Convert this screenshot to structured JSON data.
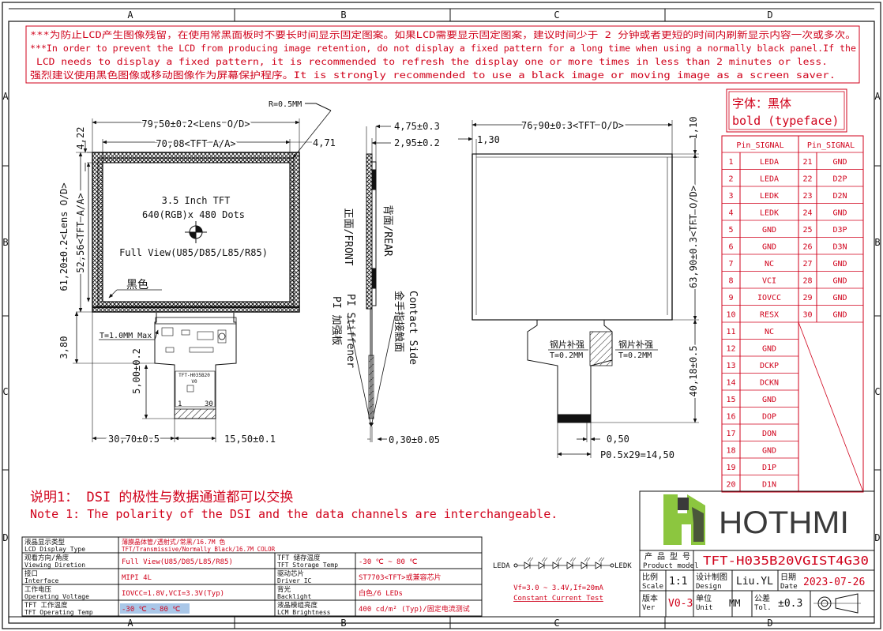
{
  "frame": {
    "cols": [
      "A",
      "B",
      "C",
      "D"
    ],
    "rows": [
      "A",
      "B",
      "C",
      "D"
    ]
  },
  "notice": [
    "***为防止LCD产生图像残留，在使用常黑面板时不要长时间显示固定图案。如果LCD需要显示固定图案，建议时间少于 2 分钟或者更短的时间内刷新显示内容一次或多次。",
    "***In order to prevent the LCD from producing image retention, do not display a fixed pattern for a long time when using a normally black panel.If the",
    "LCD needs to display a fixed pattern,  it is recommended to refresh the display one or more times in less than 2 minutes or less.",
    "强烈建议使用黑色图像或移动图像作为屏幕保护程序。It is strongly recommended to use a black image or moving image as a screen saver."
  ],
  "font_note": {
    "line1": "字体：黑体",
    "line2": "bold (typeface)"
  },
  "front_view": {
    "dim_lens_w": "79,50±0.2<Lens O/D>",
    "dim_aa_w": "70,08<TFT A/A>",
    "dim_top_offset": "4,22",
    "dim_side_offset": "4,71",
    "dim_lens_h": "61,20±0.2<Lens O/D>",
    "dim_aa_h": "52,56<TFT A/A>",
    "dim_fpc_len": "3,80",
    "radius": "R=0.5MM",
    "product_line1": "3.5 Inch TFT",
    "product_line2": "640(RGB)x 480 Dots",
    "view": "Full View(U85/D85/L85/R85)",
    "black_label": "黑色",
    "t_label": "T=1.0MM Max",
    "dim_fpc_h": "5,00±0.2",
    "dim_left": "30,70±0.5",
    "dim_fpc_w": "15,50±0.1",
    "fpc_code": "TFT-H035B20",
    "fpc_ver": "V0",
    "pin_1": "1",
    "pin_30": "30"
  },
  "side_view": {
    "dim_thick1": "4,75±0.3",
    "dim_thick2": "2,95±0.2",
    "front": "正面/FRONT",
    "rear": "背面/REAR",
    "pi_stiffener": "PI Stiffener",
    "pi_cn": "PI 加强板",
    "contact_side": "Contact Side",
    "contact_cn": "金手指接触面",
    "dim_fpc_t": "0,30±0.05"
  },
  "rear_view": {
    "dim_tft_w": "76,90±0.3<TFT O/D>",
    "dim_top": "1,10",
    "dim_left": "1,30",
    "dim_tft_h": "63,90±0.3<TFT O/D>",
    "dim_fpc_len": "40,18±0.5",
    "steel_left": "钢片补强",
    "steel_left_t": "T=0.2MM",
    "steel_right": "钢片补强",
    "steel_right_t": "T=0.2MM",
    "dim_pitch": "0,50",
    "dim_pitch_total": "P0.5x29=14,50"
  },
  "pin_table": {
    "header_left": "Pin_SIGNAL",
    "header_right": "Pin_SIGNAL",
    "left": [
      [
        "1",
        "LEDA"
      ],
      [
        "2",
        "LEDA"
      ],
      [
        "3",
        "LEDK"
      ],
      [
        "4",
        "LEDK"
      ],
      [
        "5",
        "GND"
      ],
      [
        "6",
        "GND"
      ],
      [
        "7",
        "NC"
      ],
      [
        "8",
        "VCI"
      ],
      [
        "9",
        "IOVCC"
      ],
      [
        "10",
        "RESX"
      ],
      [
        "11",
        "NC"
      ],
      [
        "12",
        "GND"
      ],
      [
        "13",
        "DCKP"
      ],
      [
        "14",
        "DCKN"
      ],
      [
        "15",
        "GND"
      ],
      [
        "16",
        "DOP"
      ],
      [
        "17",
        "DON"
      ],
      [
        "18",
        "GND"
      ],
      [
        "19",
        "D1P"
      ],
      [
        "20",
        "D1N"
      ]
    ],
    "right": [
      [
        "21",
        "GND"
      ],
      [
        "22",
        "D2P"
      ],
      [
        "23",
        "D2N"
      ],
      [
        "24",
        "GND"
      ],
      [
        "25",
        "D3P"
      ],
      [
        "26",
        "D3N"
      ],
      [
        "27",
        "GND"
      ],
      [
        "28",
        "GND"
      ],
      [
        "29",
        "GND"
      ],
      [
        "30",
        "GND"
      ]
    ]
  },
  "note": {
    "cn": "说明1： DSI 的极性与数据通道都可以交换",
    "en": "Note 1: The polarity of the DSI and the data channels are interchangeable."
  },
  "spec_table": [
    {
      "cn": "液晶显示类型",
      "en": "LCD Display Type",
      "value": "薄膜晶体管/透射式/常黑/16.7M 色",
      "value2": "TFT/Transmissive/Normally Black/16.7M COLOR"
    },
    {
      "cn": "观看方向/角度",
      "en": "Viewing Diretion",
      "value": "Full View(U85/D85/L85/R85)",
      "cn2": "TFT 储存温度",
      "en2": "TFT Storage Temp",
      "value2": "-30 ℃ ~ 80 ℃"
    },
    {
      "cn": "接口",
      "en": "Interface",
      "value": "MIPI 4L",
      "cn2": "驱动芯片",
      "en2": "Driver IC",
      "value2": "ST7703<TFT>或兼容芯片"
    },
    {
      "cn": "工作电压",
      "en": "Operating Voltage",
      "value": "IOVCC=1.8V,VCI=3.3V(Typ)",
      "cn2": "背光",
      "en2": "Backlight",
      "value2": "白色/6 LEDs"
    },
    {
      "cn": "TFT 工作温度",
      "en": "TFT Operating Temp",
      "value": "-30 ℃ ~ 80 ℃",
      "cn2": "液晶模组亮度",
      "en2": "LCM Brightness",
      "value2": "400 cd/m² (Typ)/固定电流测试"
    }
  ],
  "led_circuit": {
    "leda": "LEDA",
    "ledk": "LEDK",
    "vf": "Vf=3.0 ~ 3.4V,If=20mA",
    "cc": "Constant Current Test"
  },
  "title_block": {
    "logo_text": "HOTHMI",
    "model_cn": "产 品 型 号",
    "model_en": "Product model",
    "model": "TFT-H035B20VGIST4G30",
    "scale_cn": "比例",
    "scale_en": "Scale",
    "scale": "1:1",
    "design_cn": "设计制图",
    "design_en": "Design",
    "designer": "Liu.YL",
    "date_cn": "日期",
    "date_en": "Date",
    "date": "2023-07-26",
    "ver_cn": "版本",
    "ver_en": "Ver",
    "ver": "V0-3",
    "unit_cn": "单位",
    "unit_en": "Unit",
    "unit": "MM",
    "tol_cn": "公差",
    "tol_en": "Tol.",
    "tol": "±0.3"
  },
  "colors": {
    "accent": "#d0021b",
    "logo_green": "#8cc63f",
    "logo_dark": "#3a3a3a"
  }
}
